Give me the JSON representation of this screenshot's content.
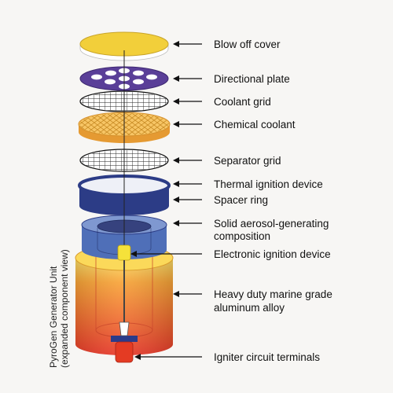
{
  "side_title": {
    "line1": "PyroGen Generator Unit",
    "line2": "(expanded component view)"
  },
  "labels": [
    {
      "id": "blow-off-cover",
      "lines": [
        "Blow off cover"
      ]
    },
    {
      "id": "directional-plate",
      "lines": [
        "Directional plate"
      ]
    },
    {
      "id": "coolant-grid",
      "lines": [
        "Coolant grid"
      ]
    },
    {
      "id": "chemical-coolant",
      "lines": [
        "Chemical coolant"
      ]
    },
    {
      "id": "separator-grid",
      "lines": [
        "Separator grid"
      ]
    },
    {
      "id": "thermal-ignition-device",
      "lines": [
        "Thermal ignition device"
      ]
    },
    {
      "id": "spacer-ring",
      "lines": [
        "Spacer ring"
      ]
    },
    {
      "id": "solid-aerosol",
      "lines": [
        "Solid aerosol-generating",
        "composition"
      ]
    },
    {
      "id": "electronic-ignition-device",
      "lines": [
        "Electronic ignition device"
      ]
    },
    {
      "id": "aluminum-alloy",
      "lines": [
        "Heavy duty marine grade",
        "aluminum alloy"
      ]
    },
    {
      "id": "igniter-terminals",
      "lines": [
        "Igniter circuit terminals"
      ]
    }
  ],
  "colors": {
    "cover": "#f2cf3a",
    "directional_plate": "#5a3f98",
    "chemical_coolant": "#f3b247",
    "spacer_ring": "#2c3c86",
    "aerosol": "#4f6fb8",
    "canister_top": "#f7d340",
    "canister_bottom": "#e8392a",
    "terminals": "#e43b23"
  }
}
